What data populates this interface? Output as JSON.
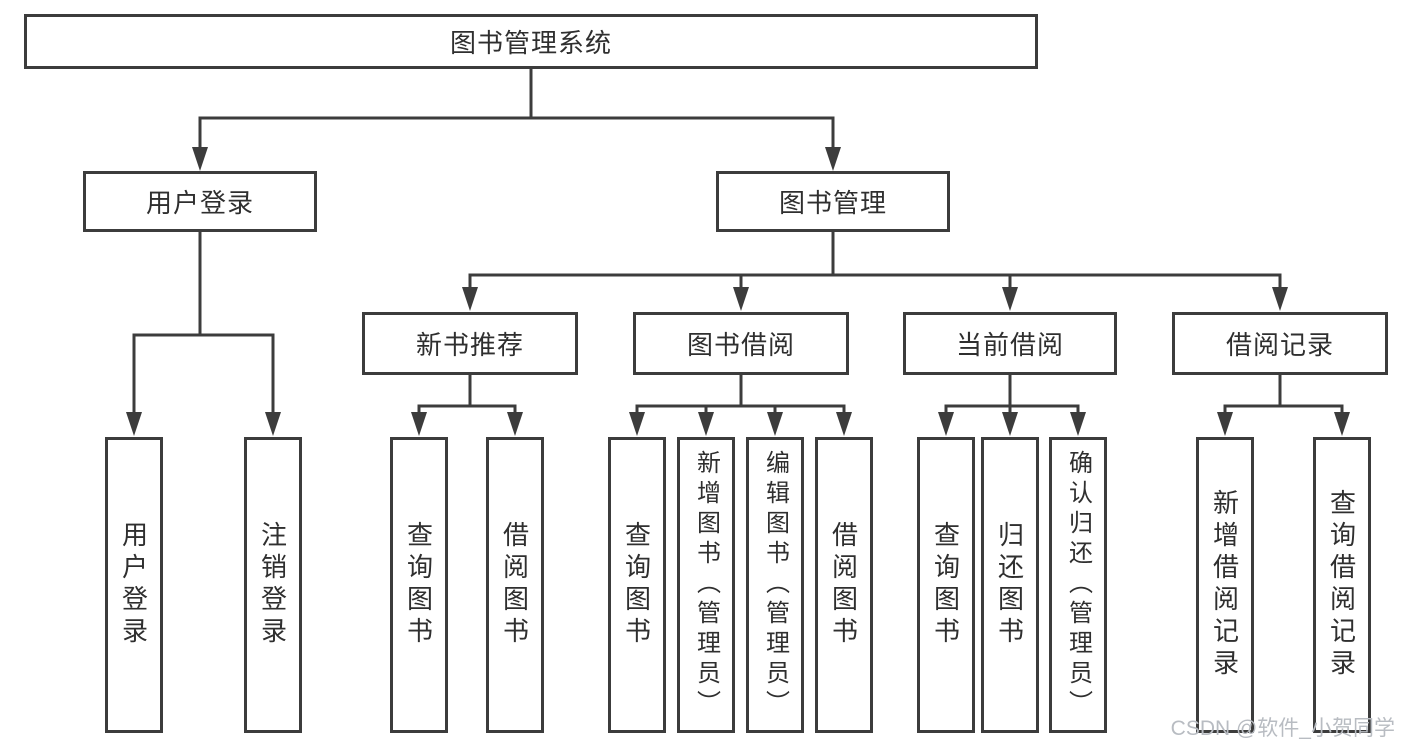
{
  "tree": {
    "label": "图书管理系统",
    "children": [
      {
        "label": "用户登录",
        "children": [
          {
            "label": "用户登录"
          },
          {
            "label": "注销登录"
          }
        ]
      },
      {
        "label": "图书管理",
        "children": [
          {
            "label": "新书推荐",
            "children": [
              {
                "label": "查询图书"
              },
              {
                "label": "借阅图书"
              }
            ]
          },
          {
            "label": "图书借阅",
            "children": [
              {
                "label": "查询图书"
              },
              {
                "label": "新增图书（管理员）"
              },
              {
                "label": "编辑图书（管理员）"
              },
              {
                "label": "借阅图书"
              }
            ]
          },
          {
            "label": "当前借阅",
            "children": [
              {
                "label": "查询图书"
              },
              {
                "label": "归还图书"
              },
              {
                "label": "确认归还（管理员）"
              }
            ]
          },
          {
            "label": "借阅记录",
            "children": [
              {
                "label": "新增借阅记录"
              },
              {
                "label": "查询借阅记录"
              }
            ]
          }
        ]
      }
    ]
  },
  "watermark": "CSDN @软件_小贺同学",
  "colors": {
    "line": "#3c3c3c",
    "text": "#2f2f2f",
    "watermark_text": "#b8bcc2",
    "background": "#ffffff"
  }
}
